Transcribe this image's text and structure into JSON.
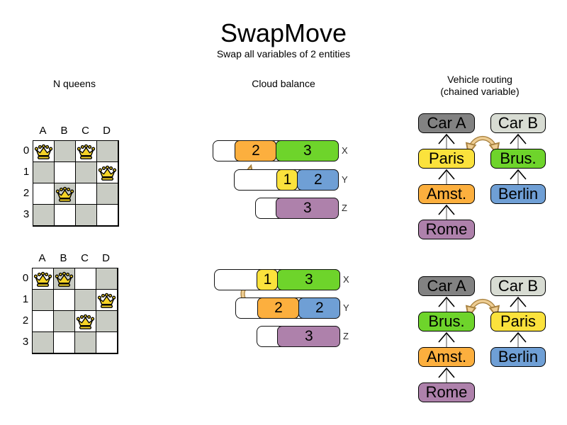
{
  "title": "SwapMove",
  "subtitle": "Swap all variables of 2 entities",
  "columns": {
    "nqueens": {
      "label": "N queens"
    },
    "cloud": {
      "label": "Cloud balance"
    },
    "vehicle": {
      "label": "Vehicle routing",
      "sublabel": "(chained variable)"
    }
  },
  "colors": {
    "orange": "#fcaf3e",
    "green": "#6ed42b",
    "yellow": "#fbe23c",
    "blue": "#6f9fd5",
    "purple": "#ae81ab",
    "dark_gray": "#828282",
    "light_gray": "#d8dcd3",
    "board_dark_cell": "#c9ccc4",
    "board_light_cell": "#ffffff",
    "swap_arrow_fill": "#eecd92",
    "swap_arrow_outline": "#a8813f",
    "chain_line_gray": "#8a8a8a",
    "queen_gold": "#f5d327"
  },
  "nqueens": {
    "col_headers": [
      "A",
      "B",
      "C",
      "D"
    ],
    "row_headers": [
      "0",
      "1",
      "2",
      "3"
    ],
    "before": {
      "queens": [
        "A0",
        "C0",
        "D1",
        "B2"
      ],
      "swap": [
        "C0",
        "B2"
      ]
    },
    "after": {
      "queens": [
        "A0",
        "B0",
        "D1",
        "C2"
      ],
      "swap": [
        "B0",
        "C2"
      ]
    }
  },
  "cloud": {
    "before": {
      "rows": [
        {
          "label": "X",
          "capacity": 6,
          "blocks": [
            {
              "value": "2",
              "color": "orange",
              "size": 2
            },
            {
              "value": "3",
              "color": "green",
              "size": 3
            }
          ]
        },
        {
          "label": "Y",
          "capacity": 5,
          "blocks": [
            {
              "value": "1",
              "color": "yellow",
              "size": 1
            },
            {
              "value": "2",
              "color": "blue",
              "size": 2
            }
          ]
        },
        {
          "label": "Z",
          "capacity": 4,
          "blocks": [
            {
              "value": "3",
              "color": "purple",
              "size": 3
            }
          ]
        }
      ]
    },
    "after": {
      "rows": [
        {
          "label": "X",
          "capacity": 6,
          "blocks": [
            {
              "value": "1",
              "color": "yellow",
              "size": 1
            },
            {
              "value": "3",
              "color": "green",
              "size": 3
            }
          ]
        },
        {
          "label": "Y",
          "capacity": 5,
          "blocks": [
            {
              "value": "2",
              "color": "orange",
              "size": 2
            },
            {
              "value": "2",
              "color": "blue",
              "size": 2
            }
          ]
        },
        {
          "label": "Z",
          "capacity": 4,
          "blocks": [
            {
              "value": "3",
              "color": "purple",
              "size": 3
            }
          ]
        }
      ]
    }
  },
  "vehicle": {
    "city_colors": {
      "Car A": "dark_gray",
      "Car B": "light_gray",
      "Paris": "yellow",
      "Brus.": "green",
      "Amst.": "orange",
      "Berlin": "blue",
      "Rome": "purple"
    },
    "before": {
      "chain_a": [
        "Car A",
        "Paris",
        "Amst.",
        "Rome"
      ],
      "chain_b": [
        "Car B",
        "Brus.",
        "Berlin"
      ]
    },
    "after": {
      "chain_a": [
        "Car A",
        "Brus.",
        "Amst.",
        "Rome"
      ],
      "chain_b": [
        "Car B",
        "Paris",
        "Berlin"
      ]
    }
  }
}
